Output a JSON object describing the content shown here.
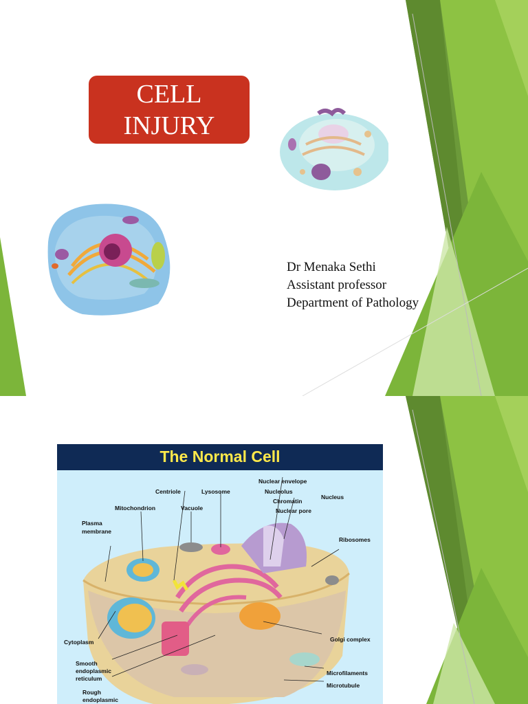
{
  "slide1": {
    "title_lines": [
      "CELL",
      "INJURY"
    ],
    "author_lines": [
      "Dr Menaka Sethi",
      "Assistant professor",
      "Department of Pathology"
    ]
  },
  "slide2": {
    "figure_title": "The Normal Cell",
    "labels": {
      "nuclear_envelope": "Nuclear envelope",
      "nucleolus": "Nucleolus",
      "chromatin": "Chromatin",
      "nuclear_pore": "Nuclear pore",
      "nucleus": "Nucleus",
      "centriole": "Centriole",
      "lysosome": "Lysosome",
      "mitochondrion": "Mitochondrion",
      "vacuole": "Vacuole",
      "plasma_membrane_1": "Plasma",
      "plasma_membrane_2": "membrane",
      "ribosomes": "Ribosomes",
      "cytoplasm": "Cytoplasm",
      "smooth_er_1": "Smooth",
      "smooth_er_2": "endoplasmic",
      "smooth_er_3": "reticulum",
      "rough_er_1": "Rough",
      "rough_er_2": "endoplasmic",
      "golgi": "Golgi complex",
      "microfilaments": "Microfilaments",
      "microtubule": "Microtubule"
    }
  },
  "colors": {
    "title_box": "#c9321f",
    "green_dark": "#5e8a2f",
    "green_mid": "#7cb53a",
    "green_light": "#cde7a8",
    "figure_header": "#0f2a55",
    "figure_title": "#ffe94a"
  }
}
